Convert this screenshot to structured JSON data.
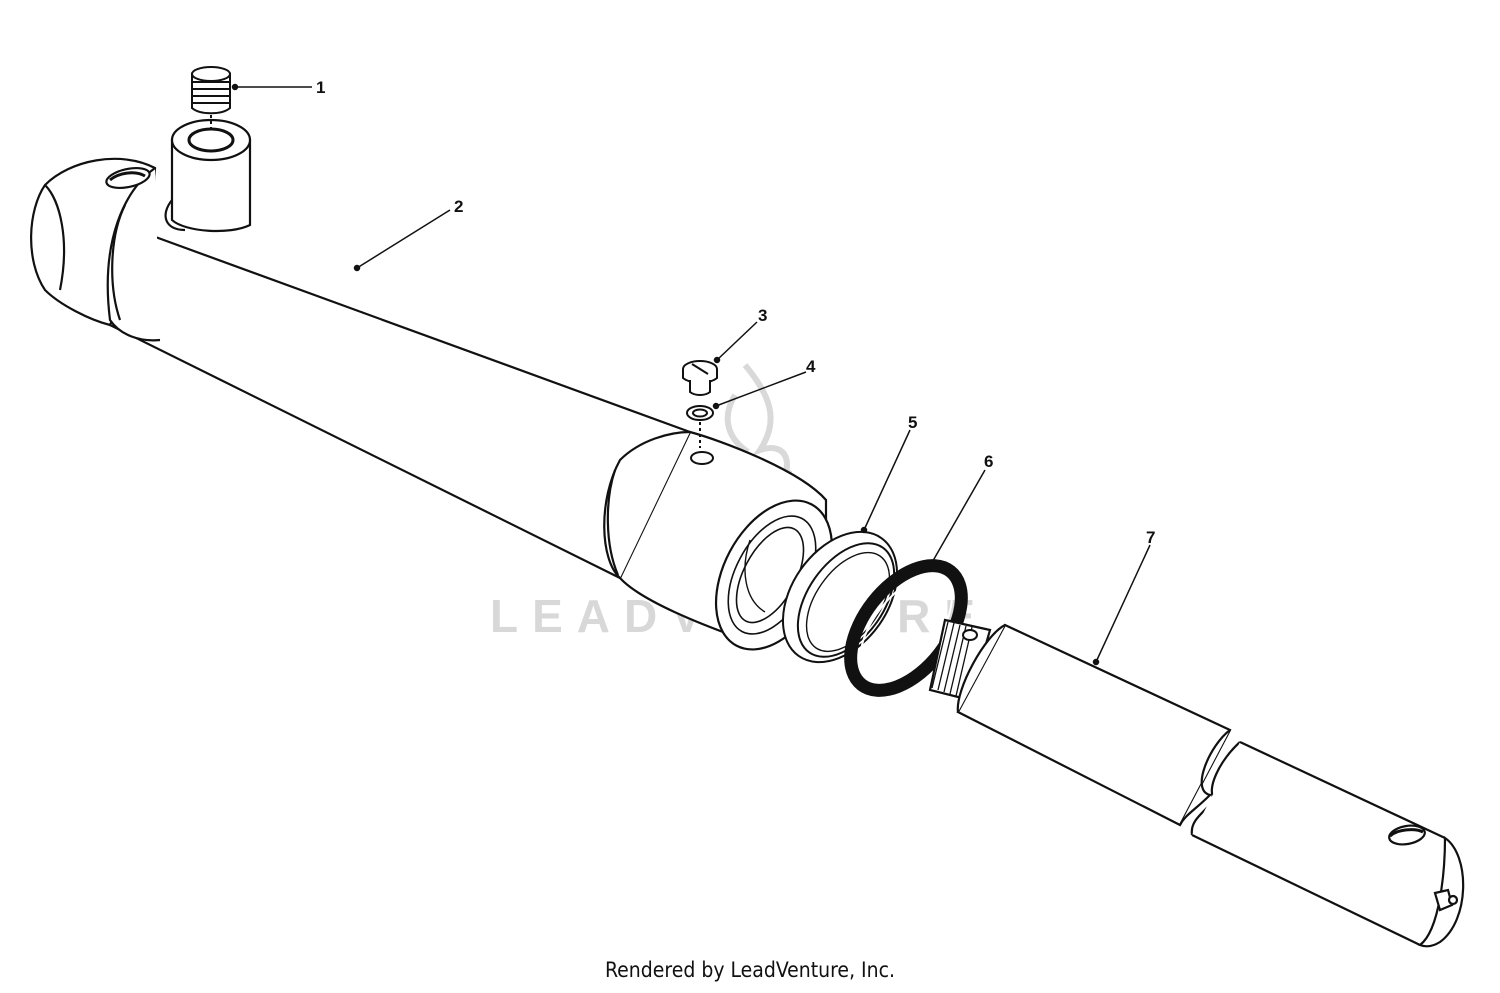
{
  "callouts": {
    "c1": "1",
    "c2": "2",
    "c3": "3",
    "c4": "4",
    "c5": "5",
    "c6": "6",
    "c7": "7"
  },
  "watermark": "LEADVENTURE",
  "caption": "Rendered by LeadVenture, Inc."
}
